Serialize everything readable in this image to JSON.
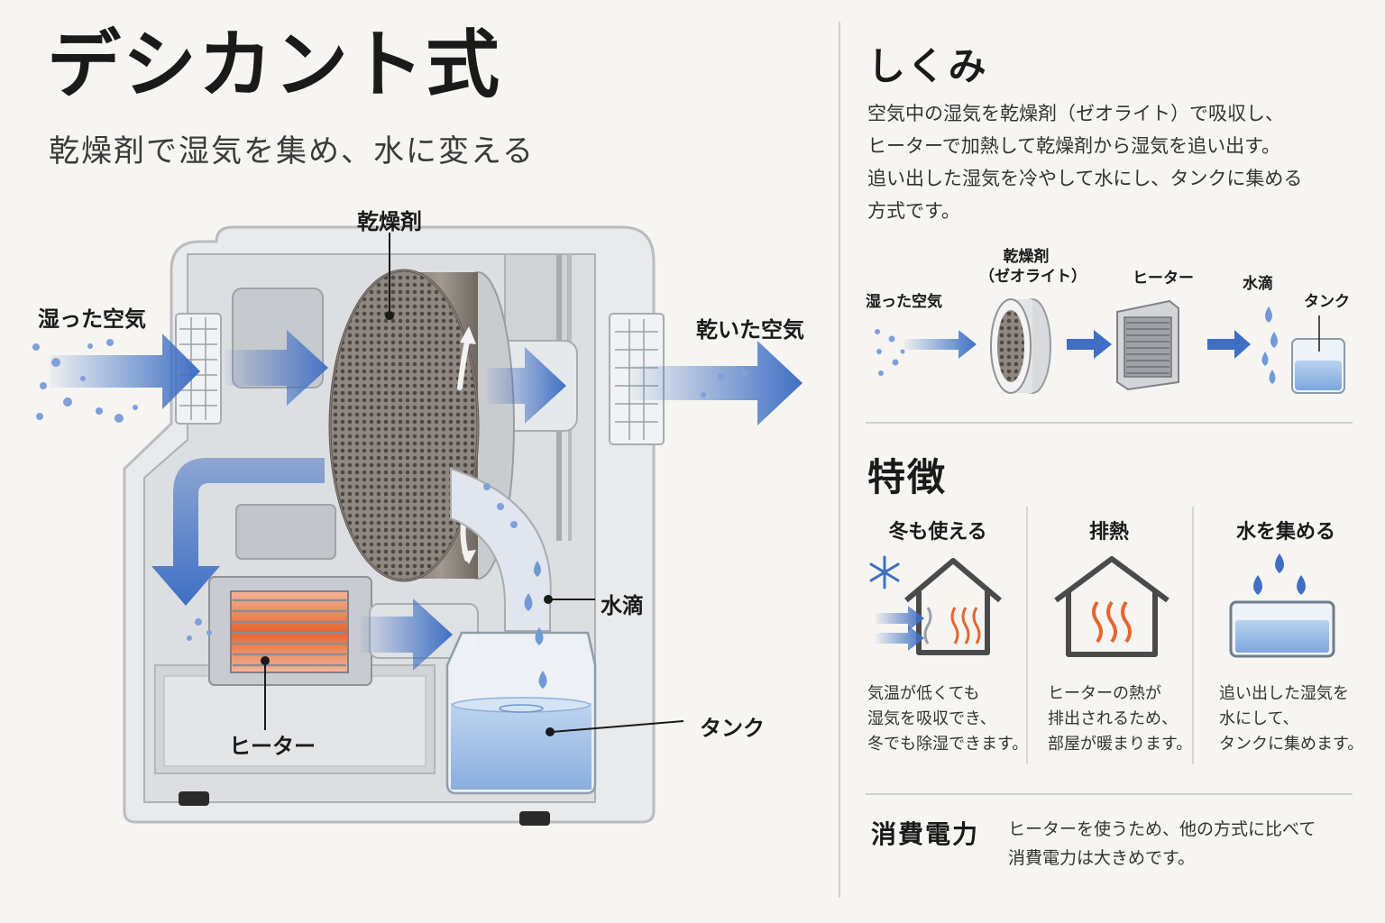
{
  "header": {
    "title": "デシカント式",
    "subtitle": "乾燥剤で湿気を集め、水に変える"
  },
  "machine": {
    "labels": {
      "desiccant": "乾燥剤",
      "humid_air": "湿った空気",
      "dry_air": "乾いた空気",
      "droplets": "水滴",
      "tank": "タンク",
      "heater": "ヒーター"
    }
  },
  "mechanism": {
    "title": "しくみ",
    "description": [
      "空気中の湿気を乾燥剤（ゼオライト）で吸収し、",
      "ヒーターで加熱して乾燥剤から湿気を追い出す。",
      "追い出した湿気を冷やして水にし、タンクに集める",
      "方式です。"
    ],
    "flow": {
      "humid_air": "湿った空気",
      "desiccant": "乾燥剤",
      "desiccant_sub": "（ゼオライト）",
      "heater": "ヒーター",
      "droplets": "水滴",
      "tank": "タンク"
    }
  },
  "features": {
    "title": "特徴",
    "items": [
      {
        "title": "冬も使える",
        "text": [
          "気温が低くても",
          "湿気を吸収でき、",
          "冬でも除湿できます。"
        ]
      },
      {
        "title": "排熱",
        "text": [
          "ヒーターの熱が",
          "排出されるため、",
          "部屋が暖まります。"
        ]
      },
      {
        "title": "水を集める",
        "text": [
          "追い出した湿気を",
          "水にして、",
          "タンクに集めます。"
        ]
      }
    ]
  },
  "power": {
    "title": "消費電力",
    "text": [
      "ヒーターを使うため、他の方式に比べて",
      "消費電力は大きめです。"
    ]
  },
  "colors": {
    "arrow_blue": "#3f6fc4",
    "heat_orange": "#e8652c",
    "water_light": "#a9c6ea"
  }
}
